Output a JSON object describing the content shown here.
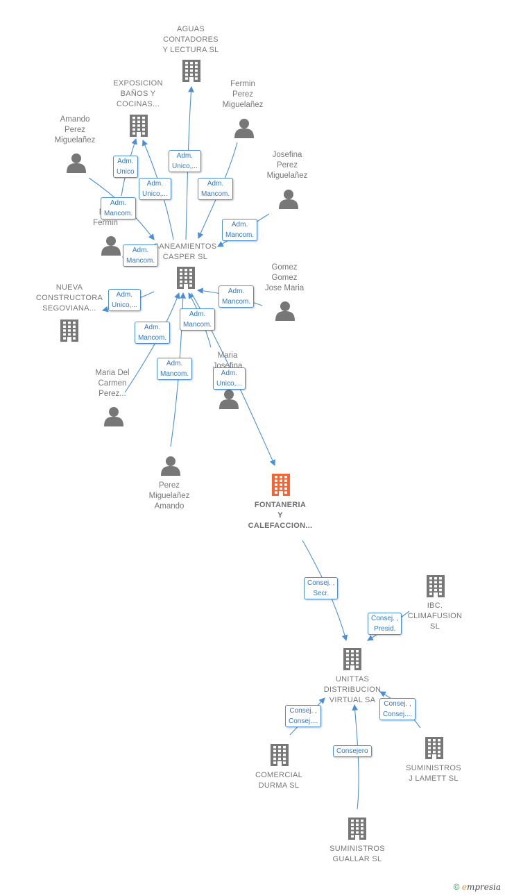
{
  "colors": {
    "edge": "#4a90d9",
    "node": "#777777",
    "focus": "#f26535"
  },
  "nodes": {
    "aguas": [
      "AGUAS",
      "CONTADORES",
      "Y LECTURA  SL"
    ],
    "exposicion": [
      "EXPOSICION",
      "BAÑOS Y",
      "COCINAS..."
    ],
    "fermin_perez": [
      "Fermin",
      "Perez",
      "Miguelañez"
    ],
    "amando_perez": [
      "Amando",
      "Perez",
      "Miguelañez"
    ],
    "josefina": [
      "Josefina",
      "Perez",
      "Miguelañez"
    ],
    "miguelanez_fermin": [
      "M",
      "Mig",
      "Fermin"
    ],
    "saneamientos": [
      "SANEAMIENTOS",
      "CASPER SL"
    ],
    "gomez": [
      "Gomez",
      "Gomez",
      "Jose Maria"
    ],
    "nueva": [
      "NUEVA",
      "CONSTRUCTORA",
      "SEGOVIANA..."
    ],
    "maria_del_carmen": [
      "Maria Del",
      "Carmen",
      "Perez..."
    ],
    "maria_josefina": [
      "Maria",
      "Josefina"
    ],
    "perez_amando": [
      "Perez",
      "Miguelañez",
      "Amando"
    ],
    "fontaneria": [
      "FONTANERIA",
      "Y",
      "CALEFACCION..."
    ],
    "ibc": [
      "IBC.",
      "CLIMAFUSION",
      "SL"
    ],
    "unittas": [
      "UNITTAS",
      "DISTRIBUCION",
      "VIRTUAL SA"
    ],
    "comercial": [
      "COMERCIAL",
      "DURMA  SL"
    ],
    "lamett": [
      "SUMINISTROS",
      "J LAMETT  SL"
    ],
    "guallar": [
      "SUMINISTROS",
      "GUALLAR SL"
    ]
  },
  "edges": {
    "e1": [
      "Adm.",
      "Unico,..."
    ],
    "e2": [
      "Adm.",
      "Unico"
    ],
    "e3": [
      "Adm.",
      "Unico,..."
    ],
    "e4": [
      "Adm.",
      "Mancom."
    ],
    "e5": [
      "Adm.",
      "Mancom."
    ],
    "e6": [
      "Adm.",
      "Mancom."
    ],
    "e7": [
      "Adm.",
      "Mancom."
    ],
    "e8": [
      "Adm.",
      "Unico,..."
    ],
    "e9": [
      "Adm.",
      "Mancom."
    ],
    "e10": [
      "Adm.",
      "Mancom."
    ],
    "e11": [
      "Adm.",
      "Mancom."
    ],
    "e12": [
      "Adm.",
      "Mancom."
    ],
    "e13": [
      "Adm.",
      "Unico,..."
    ],
    "e14": [
      "Consej. ,",
      "Secr."
    ],
    "e15": [
      "Consej. ,",
      "Presid."
    ],
    "e16": [
      "Consej. ,",
      "Consej...."
    ],
    "e17": [
      "Consej. ,",
      "Consej...."
    ],
    "e18": [
      "Consejero"
    ]
  },
  "footer": {
    "copyright": "©",
    "brand_first": "e",
    "brand_rest": "mpresia"
  }
}
